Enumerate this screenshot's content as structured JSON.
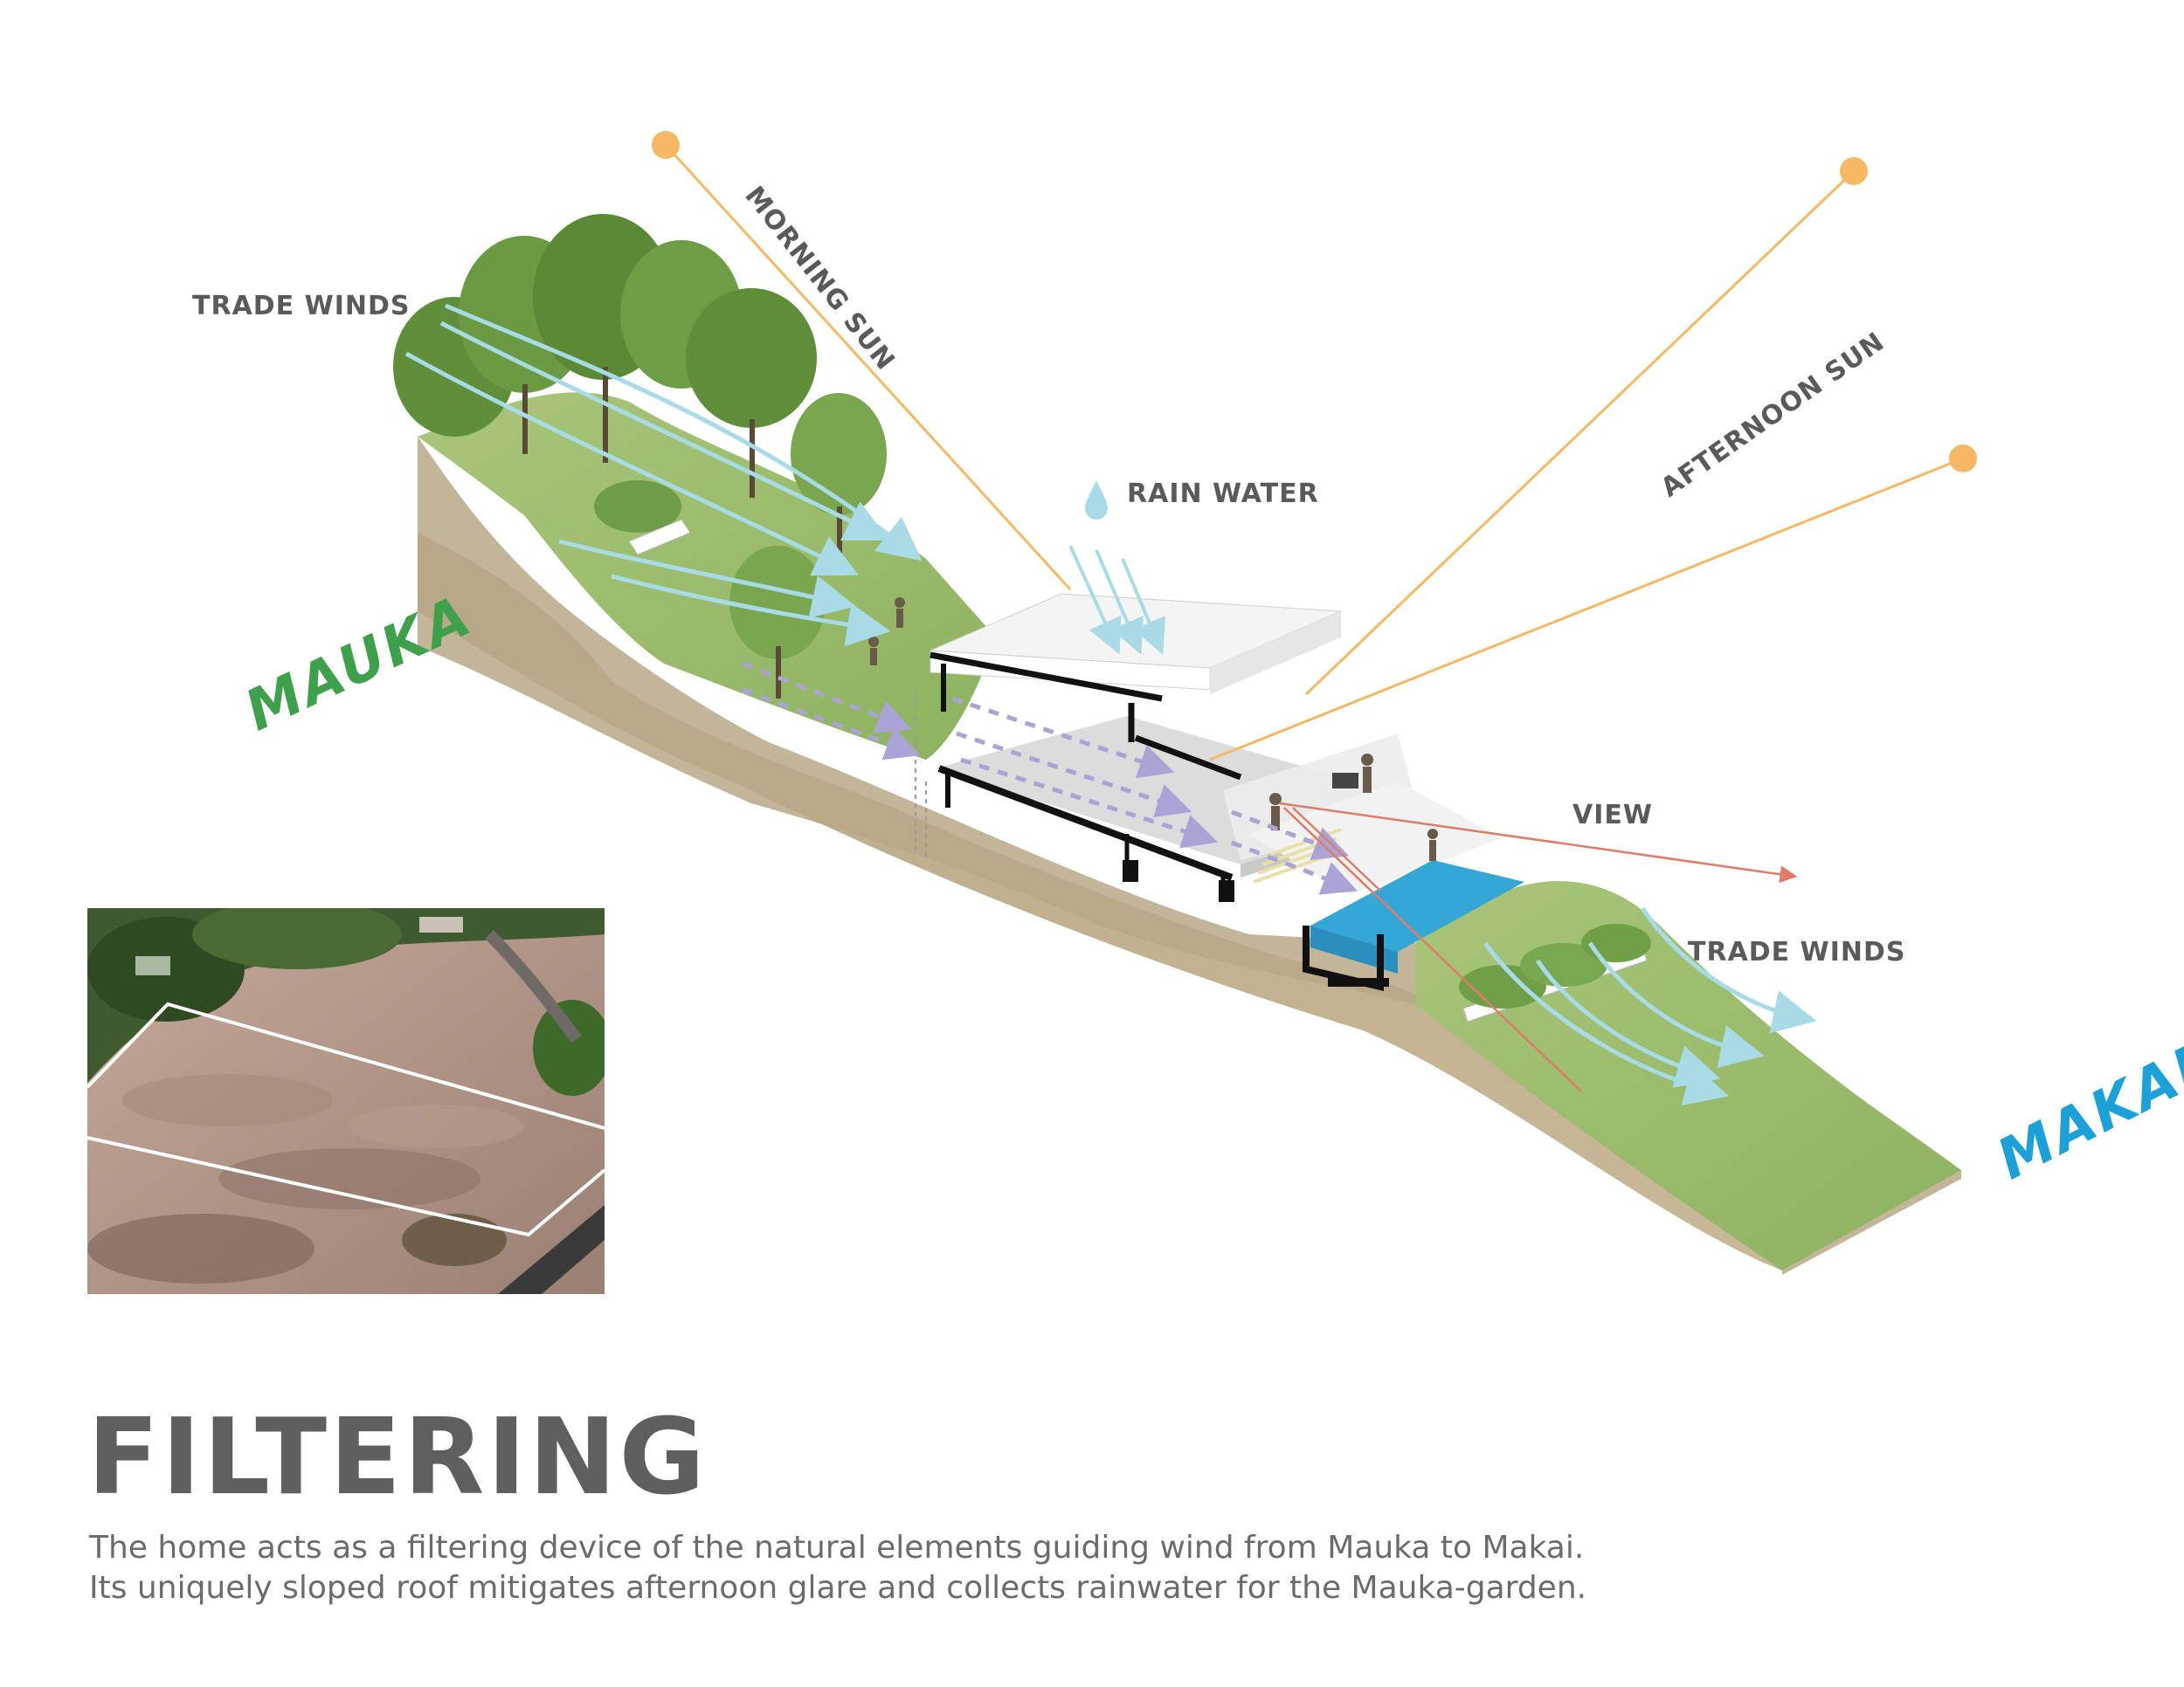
{
  "labels": {
    "trade_winds_top": "TRADE WINDS",
    "morning_sun": "MORNING SUN",
    "afternoon_sun": "AFTERNOON SUN",
    "rain_water": "RAIN WATER",
    "view": "VIEW",
    "trade_winds_bottom": "TRADE WINDS",
    "mauka": "MAUKA",
    "makai": "MAKAI"
  },
  "title": "FILTERING",
  "description": [
    "The home acts as a filtering device of the natural elements guiding wind from Mauka to Makai.",
    "Its uniquely sloped roof mitigates afternoon glare and collects rainwater for the Mauka-garden."
  ],
  "colors": {
    "sun": "#f5b865",
    "wind": "#a9dbe6",
    "view_line": "#e07b6a",
    "mauka": "#3ea04a",
    "makai": "#1ca0d8",
    "grass": "#9fbf6e",
    "soil": "#b8a88a",
    "pool": "#35a7d6"
  }
}
